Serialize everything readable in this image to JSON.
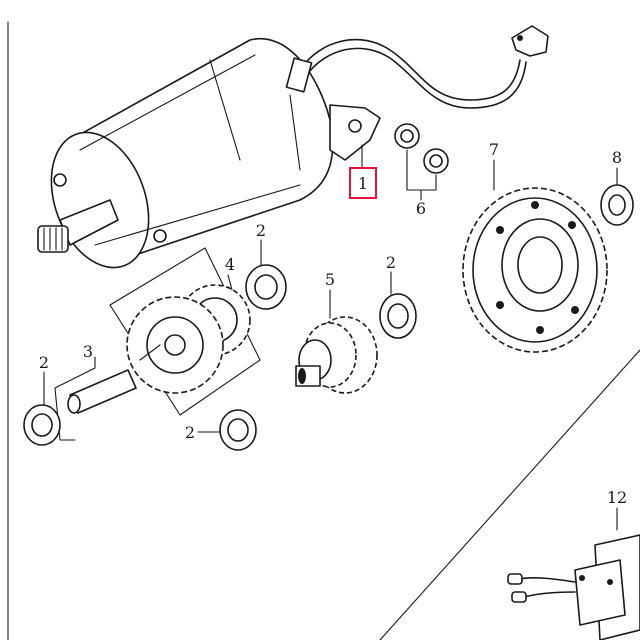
{
  "diagram": {
    "callouts": {
      "part_1": "1",
      "part_2a": "2",
      "part_2b": "2",
      "part_2c": "2",
      "part_2d": "2",
      "part_3": "3",
      "part_4": "4",
      "part_5": "5",
      "part_6": "6",
      "part_7": "7",
      "part_8": "8",
      "part_12": "12"
    },
    "highlighted_part": "1",
    "colors": {
      "line": "#1a1a1a",
      "highlight": "#e0143c",
      "background": "#ffffff"
    }
  }
}
